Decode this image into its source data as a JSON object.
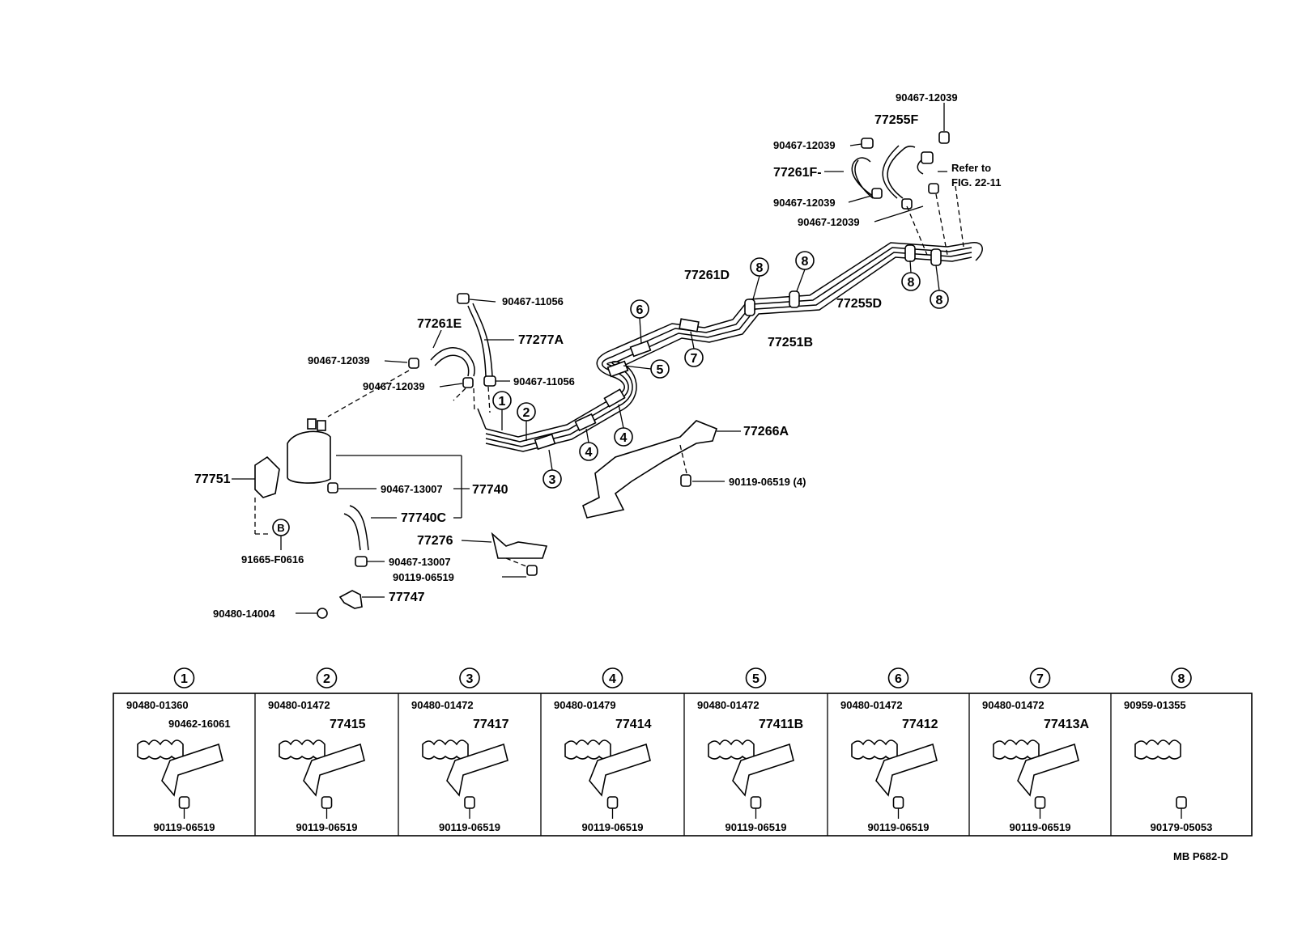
{
  "labels": {
    "p90467_12039_top": "90467-12039",
    "p77255F": "77255F",
    "p90467_12039_a": "90467-12039",
    "p77261F": "77261F-",
    "refer_to": "Refer to",
    "fig_ref": "FIG. 22-11",
    "p90467_12039_b": "90467-12039",
    "p90467_12039_c": "90467-12039",
    "p77261D": "77261D",
    "p77255D": "77255D",
    "p77251B": "77251B",
    "p90467_11056_a": "90467-11056",
    "p77261E": "77261E",
    "p77277A": "77277A",
    "p90467_12039_d": "90467-12039",
    "p90467_12039_e": "90467-12039",
    "p90467_11056_b": "90467-11056",
    "p77266A": "77266A",
    "p90119_06519_4": "90119-06519 (4)",
    "p77751": "77751",
    "p90467_13007_a": "90467-13007",
    "p77740": "77740",
    "p77740C": "77740C",
    "p91665": "91665-F0616",
    "p77276": "77276",
    "p90467_13007_b": "90467-13007",
    "p90119_06519_b": "90119-06519",
    "p77747": "77747",
    "p90480_14004": "90480-14004",
    "circle_B": "B",
    "footer_code": "MB  P682-D"
  },
  "callouts": [
    "1",
    "2",
    "3",
    "4",
    "5",
    "6",
    "7",
    "8"
  ],
  "clamp_table": [
    {
      "num": "1",
      "clamp": "90480-01360",
      "bracket": "90462-16061",
      "bolt": "90119-06519"
    },
    {
      "num": "2",
      "clamp": "90480-01472",
      "bracket": "77415",
      "bolt": "90119-06519"
    },
    {
      "num": "3",
      "clamp": "90480-01472",
      "bracket": "77417",
      "bolt": "90119-06519"
    },
    {
      "num": "4",
      "clamp": "90480-01479",
      "bracket": "77414",
      "bolt": "90119-06519"
    },
    {
      "num": "5",
      "clamp": "90480-01472",
      "bracket": "77411B",
      "bolt": "90119-06519"
    },
    {
      "num": "6",
      "clamp": "90480-01472",
      "bracket": "77412",
      "bolt": "90119-06519"
    },
    {
      "num": "7",
      "clamp": "90480-01472",
      "bracket": "77413A",
      "bolt": "90119-06519"
    },
    {
      "num": "8",
      "clamp": "90959-01355",
      "bracket": "",
      "bolt": "90179-05053"
    }
  ]
}
